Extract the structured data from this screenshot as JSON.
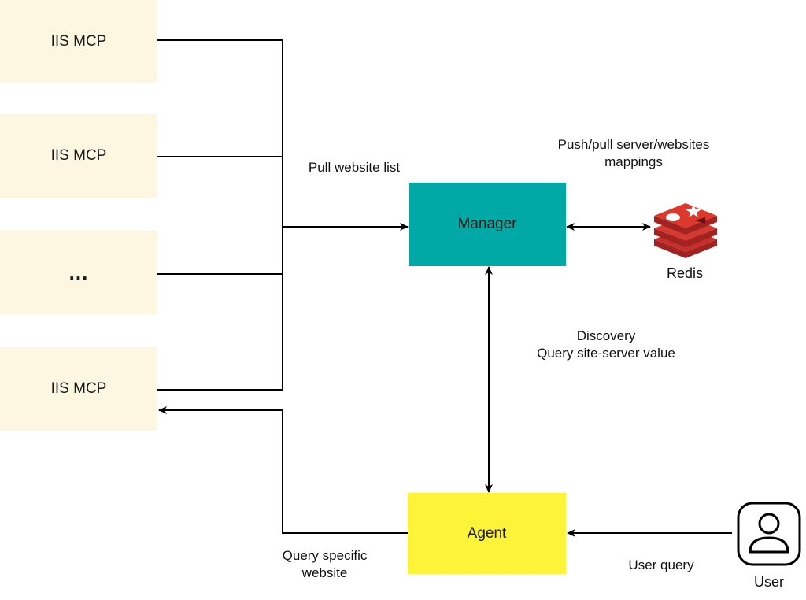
{
  "nodes": {
    "iis_1": "IIS MCP",
    "iis_2": "IIS MCP",
    "iis_ellipsis": "...",
    "iis_3": "IIS MCP",
    "manager": "Manager",
    "agent": "Agent",
    "redis": "Redis",
    "user": "User"
  },
  "edges": {
    "pull_website_list": "Pull website list",
    "push_pull_line1": "Push/pull server/websites",
    "push_pull_line2": "mappings",
    "discovery_line1": "Discovery",
    "discovery_line2": "Query site-server value",
    "query_specific_line1": "Query specific",
    "query_specific_line2": "website",
    "user_query": "User query"
  },
  "colors": {
    "iis_fill": "#fdf6e0",
    "manager_fill": "#00a9a5",
    "agent_fill": "#fdf43a",
    "redis_red": "#c6302b"
  },
  "icons": {
    "redis": "redis-logo-icon",
    "user": "user-profile-icon"
  }
}
